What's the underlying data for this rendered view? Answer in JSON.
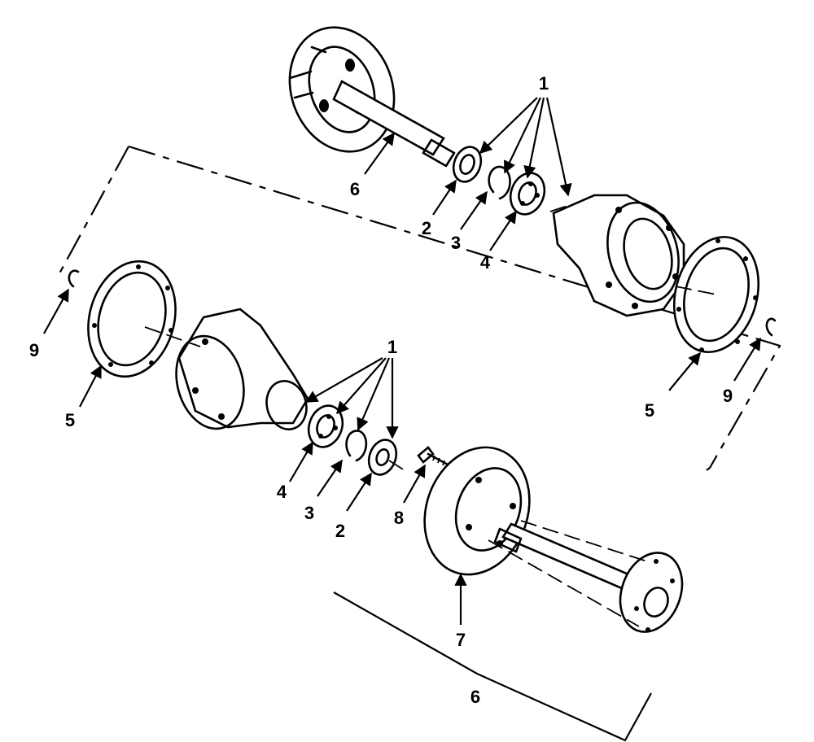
{
  "callouts": {
    "c1_top": "1",
    "c1_bottom": "1",
    "c2_top": "2",
    "c2_bottom": "2",
    "c3_top": "3",
    "c3_bottom": "3",
    "c4_top": "4",
    "c4_bottom": "4",
    "c5_left": "5",
    "c5_right": "5",
    "c6_top": "6",
    "c6_bottom": "6",
    "c7": "7",
    "c8": "8",
    "c9_left": "9",
    "c9_right": "9"
  }
}
